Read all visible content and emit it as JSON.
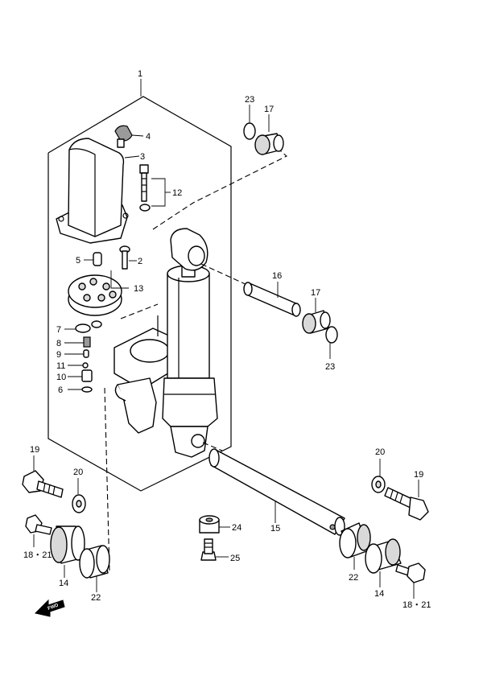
{
  "callouts": {
    "c1": "1",
    "c2": "2",
    "c3": "3",
    "c4": "4",
    "c5": "5",
    "c6": "6",
    "c7": "7",
    "c8": "8",
    "c9": "9",
    "c10": "10",
    "c11": "11",
    "c12": "12",
    "c13": "13",
    "c14a": "14",
    "c14b": "14",
    "c15": "15",
    "c16": "16",
    "c17a": "17",
    "c17b": "17",
    "c18a": "18・21",
    "c18b": "18・21",
    "c19a": "19",
    "c19b": "19",
    "c20a": "20",
    "c20b": "20",
    "c22a": "22",
    "c22b": "22",
    "c23a": "23",
    "c23b": "23",
    "c24": "24",
    "c25": "25"
  },
  "fwd_arrow": {
    "label": "FWD",
    "icon": "forward-arrow-icon"
  }
}
